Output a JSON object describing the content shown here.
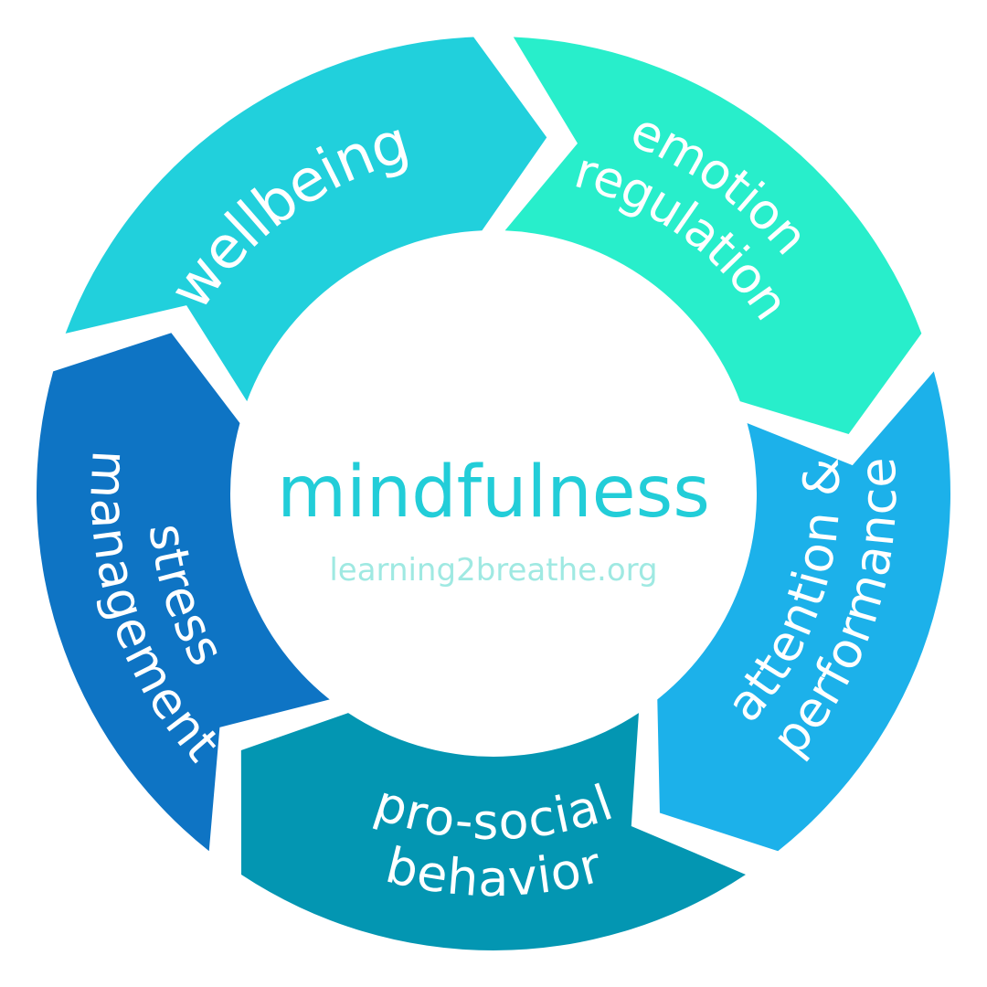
{
  "diagram": {
    "center": {
      "title": "mindfulness",
      "subtitle": "learning2breathe.org"
    },
    "colors": {
      "title": "#22cdd8",
      "subtitle": "#9fe9e2"
    },
    "segments": [
      {
        "id": "wellbeing",
        "lines": [
          "wellbeing"
        ],
        "color": "#21d0dc"
      },
      {
        "id": "emotion-regulation",
        "lines": [
          "emotion",
          "regulation"
        ],
        "color": "#28eecb"
      },
      {
        "id": "attention-performance",
        "lines": [
          "attention &",
          "performance"
        ],
        "color": "#1cb1ea"
      },
      {
        "id": "pro-social-behavior",
        "lines": [
          "pro-social",
          "behavior"
        ],
        "color": "#0396b2"
      },
      {
        "id": "stress-management",
        "lines": [
          "stress",
          "management"
        ],
        "color": "#0e74c4"
      }
    ]
  }
}
